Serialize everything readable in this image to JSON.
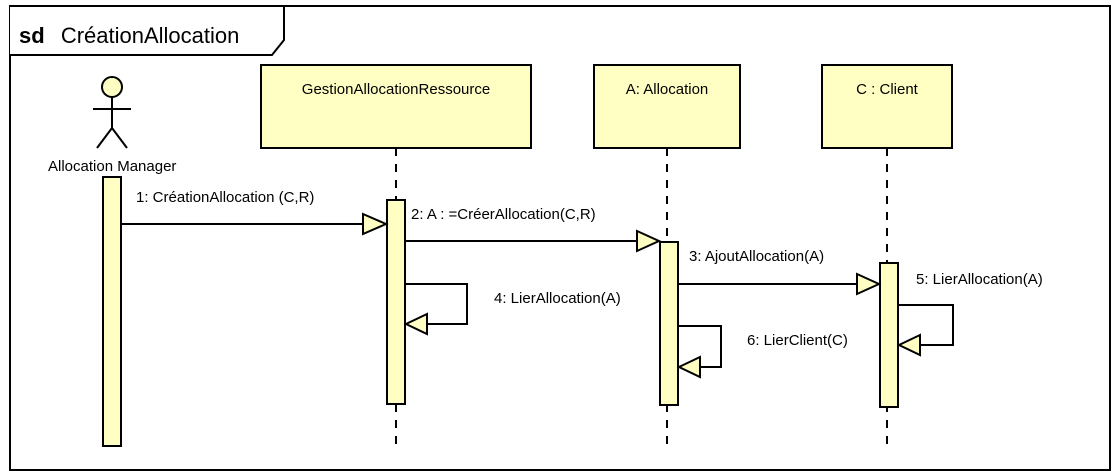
{
  "frame": {
    "keyword": "sd",
    "name": "CréationAllocation"
  },
  "actor": {
    "name": "Allocation Manager"
  },
  "lifelines": [
    {
      "id": "gestion",
      "label": "GestionAllocationRessource"
    },
    {
      "id": "allocation",
      "label": "A: Allocation"
    },
    {
      "id": "client",
      "label": "C : Client"
    }
  ],
  "messages": [
    {
      "id": "m1",
      "label": "1: CréationAllocation (C,R)",
      "from": "actor",
      "to": "gestion"
    },
    {
      "id": "m2",
      "label": "2: A : =CréerAllocation(C,R)",
      "from": "gestion",
      "to": "allocation"
    },
    {
      "id": "m3",
      "label": "3: AjoutAllocation(A)",
      "from": "allocation",
      "to": "client"
    },
    {
      "id": "m4",
      "label": "4: LierAllocation(A)",
      "from": "gestion",
      "to": "gestion"
    },
    {
      "id": "m5",
      "label": "5: LierAllocation(A)",
      "from": "client",
      "to": "client"
    },
    {
      "id": "m6",
      "label": "6: LierClient(C)",
      "from": "allocation",
      "to": "allocation"
    }
  ],
  "colors": {
    "box_fill": "#ffffc4",
    "stroke": "#000000",
    "arrowhead_fill": "#ffffc4"
  }
}
